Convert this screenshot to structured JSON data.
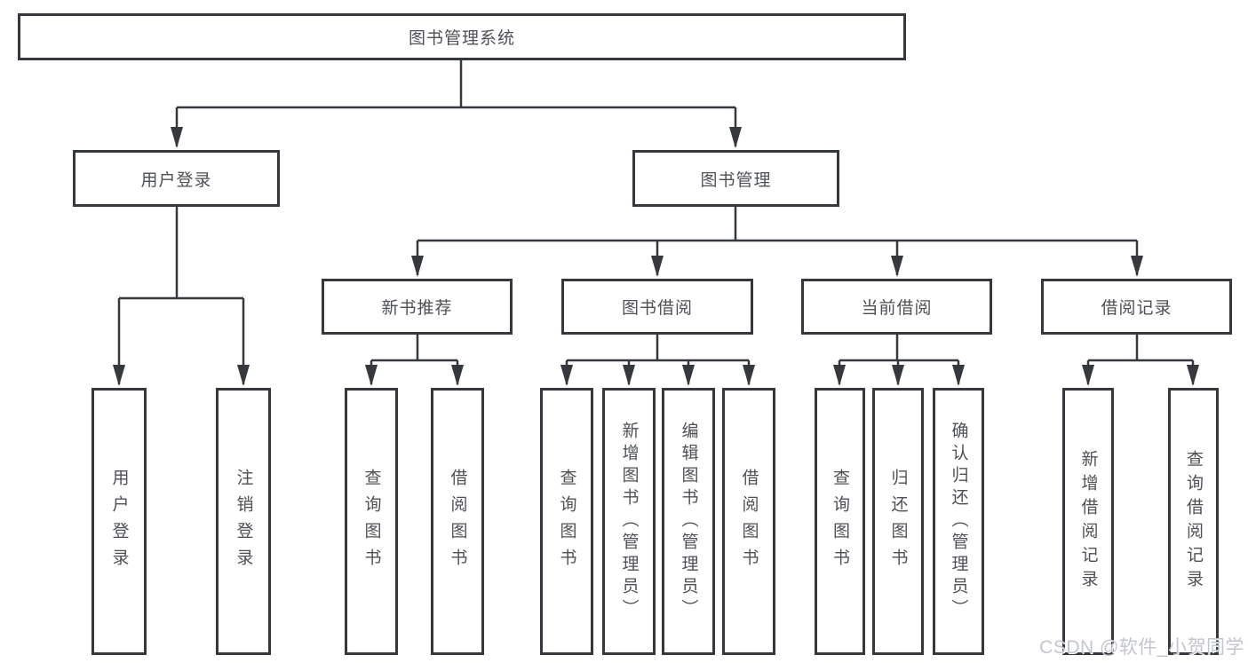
{
  "tree": {
    "root": {
      "label": "图书管理系统",
      "children": [
        {
          "label": "用户登录",
          "children": [
            {
              "label": "用户登录"
            },
            {
              "label": "注销登录"
            }
          ]
        },
        {
          "label": "图书管理",
          "children": [
            {
              "label": "新书推荐",
              "children": [
                {
                  "label": "查询图书"
                },
                {
                  "label": "借阅图书"
                }
              ]
            },
            {
              "label": "图书借阅",
              "children": [
                {
                  "label": "查询图书"
                },
                {
                  "label": "新增图书（管理员）"
                },
                {
                  "label": "编辑图书（管理员）"
                },
                {
                  "label": "借阅图书"
                }
              ]
            },
            {
              "label": "当前借阅",
              "children": [
                {
                  "label": "查询图书"
                },
                {
                  "label": "归还图书"
                },
                {
                  "label": "确认归还（管理员）"
                }
              ]
            },
            {
              "label": "借阅记录",
              "children": [
                {
                  "label": "新增借阅记录"
                },
                {
                  "label": "查询借阅记录"
                }
              ]
            }
          ]
        }
      ]
    }
  },
  "watermark": {
    "text": "CSDN @软件_小贺同学"
  },
  "colors": {
    "line": "#35383c",
    "text": "#4d5055",
    "watermark": "#c2c6cc",
    "background": "#ffffff"
  }
}
